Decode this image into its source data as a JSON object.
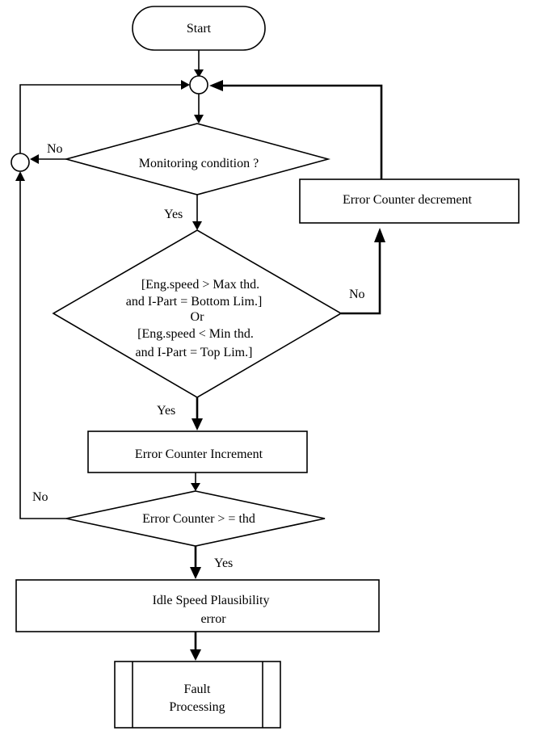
{
  "start": "Start",
  "monitoring": "Monitoring condition ?",
  "condition": {
    "line1": "[Eng.speed > Max thd.",
    "line2": "and I-Part = Bottom Lim.]",
    "line3": "Or",
    "line4": "[Eng.speed < Min thd.",
    "line5": "and I-Part = Top Lim.]"
  },
  "decrement": "Error Counter decrement",
  "increment": "Error Counter Increment",
  "threshold_check": "Error Counter > = thd",
  "plausibility": {
    "line1": "Idle Speed Plausibility",
    "line2": "error"
  },
  "fault": {
    "line1": "Fault",
    "line2": "Processing"
  },
  "labels": {
    "no_monitoring": "No",
    "yes_monitoring": "Yes",
    "no_condition": "No",
    "yes_condition": "Yes",
    "no_threshold": "No",
    "yes_threshold": "Yes"
  }
}
